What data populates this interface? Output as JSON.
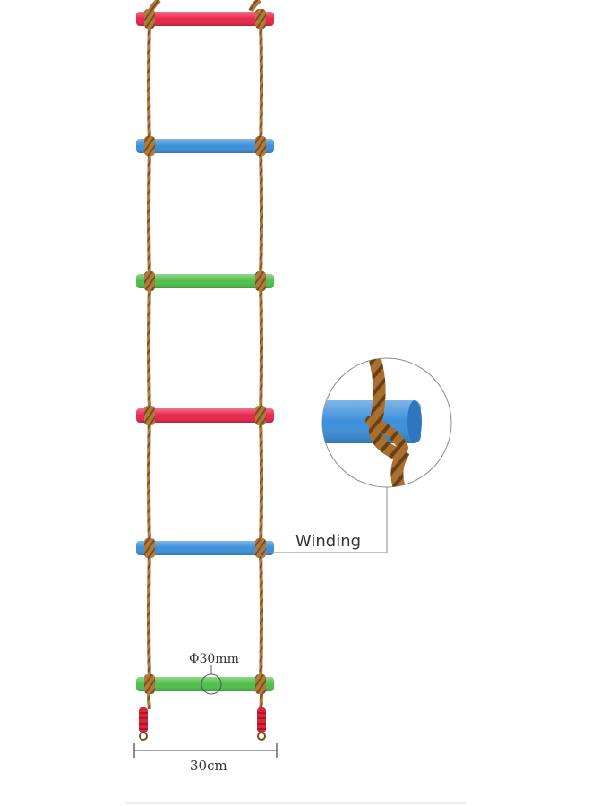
{
  "labels": {
    "winding": "Winding",
    "diameter": "Φ30mm",
    "width": "30cm"
  },
  "rungs": [
    {
      "color": "#e8264a"
    },
    {
      "color": "#3b8fd9"
    },
    {
      "color": "#4fbf4a"
    },
    {
      "color": "#e8264a"
    },
    {
      "color": "#3b8fd9"
    },
    {
      "color": "#4fbf4a"
    }
  ],
  "colors": {
    "rope": "#b07a3c",
    "rope_dark": "#6e4418",
    "end_wrap": "#d6263a",
    "leader_line": "#8a8a8a",
    "dimension_line": "#444444",
    "footer_line": "#dddddd"
  }
}
